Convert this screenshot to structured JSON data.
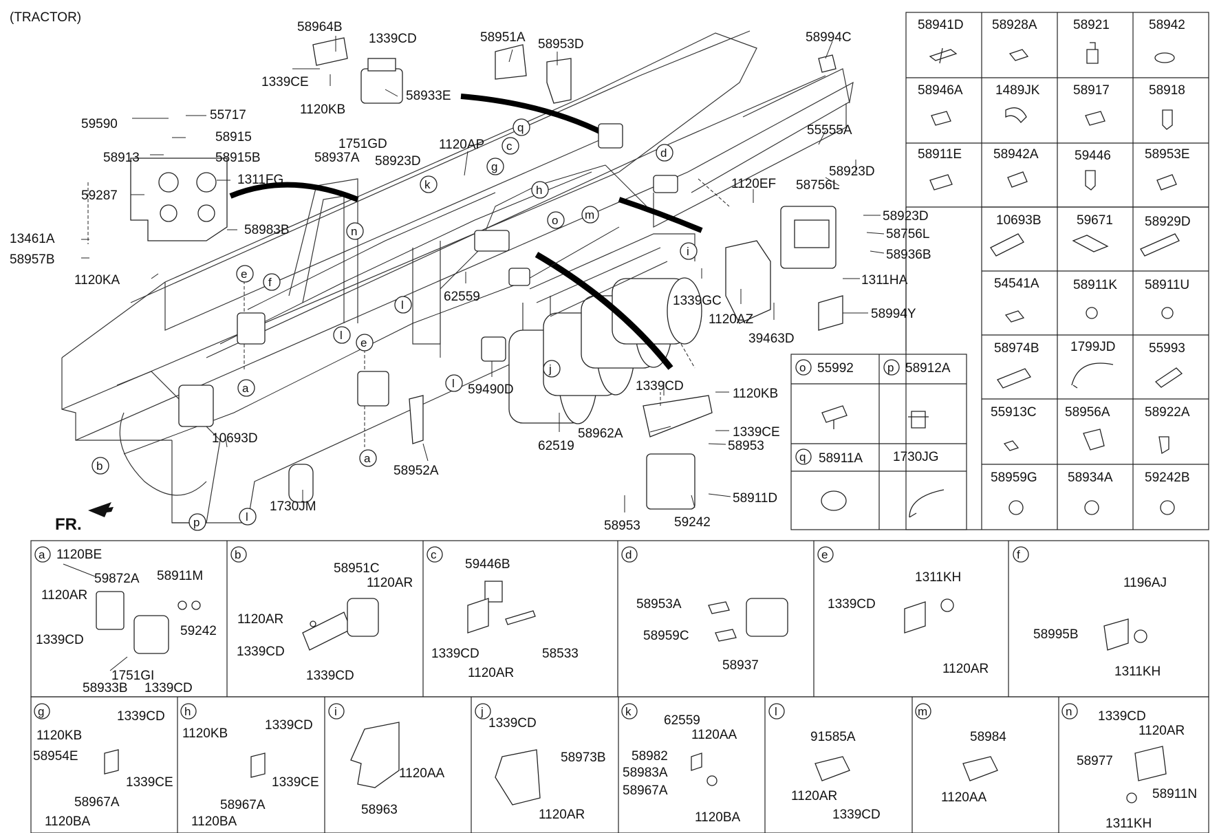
{
  "title": "(TRACTOR)",
  "front_label": "FR.",
  "main_labels": [
    "58964B",
    "1339CD",
    "1339CE",
    "1120KB",
    "58933E",
    "1751GD",
    "58937A",
    "58923D",
    "58951A",
    "58953D",
    "58994C",
    "55555A",
    "59590",
    "55717",
    "58915",
    "58915B",
    "58913",
    "1311FG",
    "59287",
    "58983B",
    "13461A",
    "58957B",
    "1120KA",
    "1120AP",
    "58923D",
    "58756L",
    "58923D",
    "58756L",
    "58936B",
    "1311HA",
    "1120EF",
    "1339GC",
    "1120AZ",
    "39463D",
    "58994Y",
    "62559",
    "59490D",
    "1339CD",
    "1120KB",
    "58962A",
    "1339CE",
    "58953",
    "58911D",
    "58953",
    "59242",
    "62519",
    "58952A",
    "10693D",
    "1730JM"
  ],
  "callout_letters": [
    "q",
    "c",
    "g",
    "h",
    "k",
    "d",
    "m",
    "o",
    "n",
    "i",
    "e",
    "f",
    "l",
    "l",
    "e",
    "l",
    "j",
    "a",
    "a",
    "b",
    "p",
    "l"
  ],
  "parts_table": [
    [
      "58941D",
      "58928A",
      "58921",
      "58942"
    ],
    [
      "58946A",
      "1489JK",
      "58917",
      "58918"
    ],
    [
      "58911E",
      "58942A",
      "59446",
      "58953E"
    ],
    [
      "10693B",
      "59671",
      "58929D"
    ],
    [
      "54541A",
      "58911K",
      "58911U"
    ],
    [
      "58974B",
      "1799JD",
      "55993"
    ],
    [
      "55913C",
      "58956A",
      "58922A"
    ],
    [
      "58959G",
      "58934A",
      "59242B"
    ]
  ],
  "op_table": [
    {
      "letter": "o",
      "code": "55992"
    },
    {
      "letter": "p",
      "code": "58912A"
    },
    {
      "letter": "q",
      "code": "58911A"
    },
    {
      "letter": "",
      "code": "1730JG"
    }
  ],
  "detail_row1": [
    {
      "letter": "a",
      "labels": [
        "1120BE",
        "59872A",
        "58911M",
        "1120AR",
        "59242",
        "1339CD",
        "1751GI",
        "58933B",
        "1339CD"
      ]
    },
    {
      "letter": "b",
      "labels": [
        "58951C",
        "1120AR",
        "1120AR",
        "1339CD",
        "1339CD"
      ]
    },
    {
      "letter": "c",
      "labels": [
        "59446B",
        "1339CD",
        "58533",
        "1120AR"
      ]
    },
    {
      "letter": "d",
      "labels": [
        "58953A",
        "58959C",
        "58937"
      ]
    },
    {
      "letter": "e",
      "labels": [
        "1311KH",
        "1339CD",
        "1120AR"
      ]
    },
    {
      "letter": "f",
      "labels": [
        "1196AJ",
        "58995B",
        "1311KH"
      ]
    }
  ],
  "detail_row2": [
    {
      "letter": "g",
      "labels": [
        "1339CD",
        "1120KB",
        "58954E",
        "1339CE",
        "58967A",
        "1120BA"
      ]
    },
    {
      "letter": "h",
      "labels": [
        "1120KB",
        "1339CD",
        "1339CE",
        "58967A",
        "1120BA"
      ]
    },
    {
      "letter": "i",
      "labels": [
        "1120AA",
        "58963"
      ]
    },
    {
      "letter": "j",
      "labels": [
        "1339CD",
        "58973B",
        "1120AR"
      ]
    },
    {
      "letter": "k",
      "labels": [
        "62559",
        "1120AA",
        "58982",
        "58983A",
        "58967A",
        "1120BA"
      ]
    },
    {
      "letter": "l",
      "labels": [
        "91585A",
        "1120AR",
        "1339CD"
      ]
    },
    {
      "letter": "m",
      "labels": [
        "58984",
        "1120AA"
      ]
    },
    {
      "letter": "n",
      "labels": [
        "1339CD",
        "1120AR",
        "58977",
        "58911N",
        "1311KH"
      ]
    }
  ]
}
